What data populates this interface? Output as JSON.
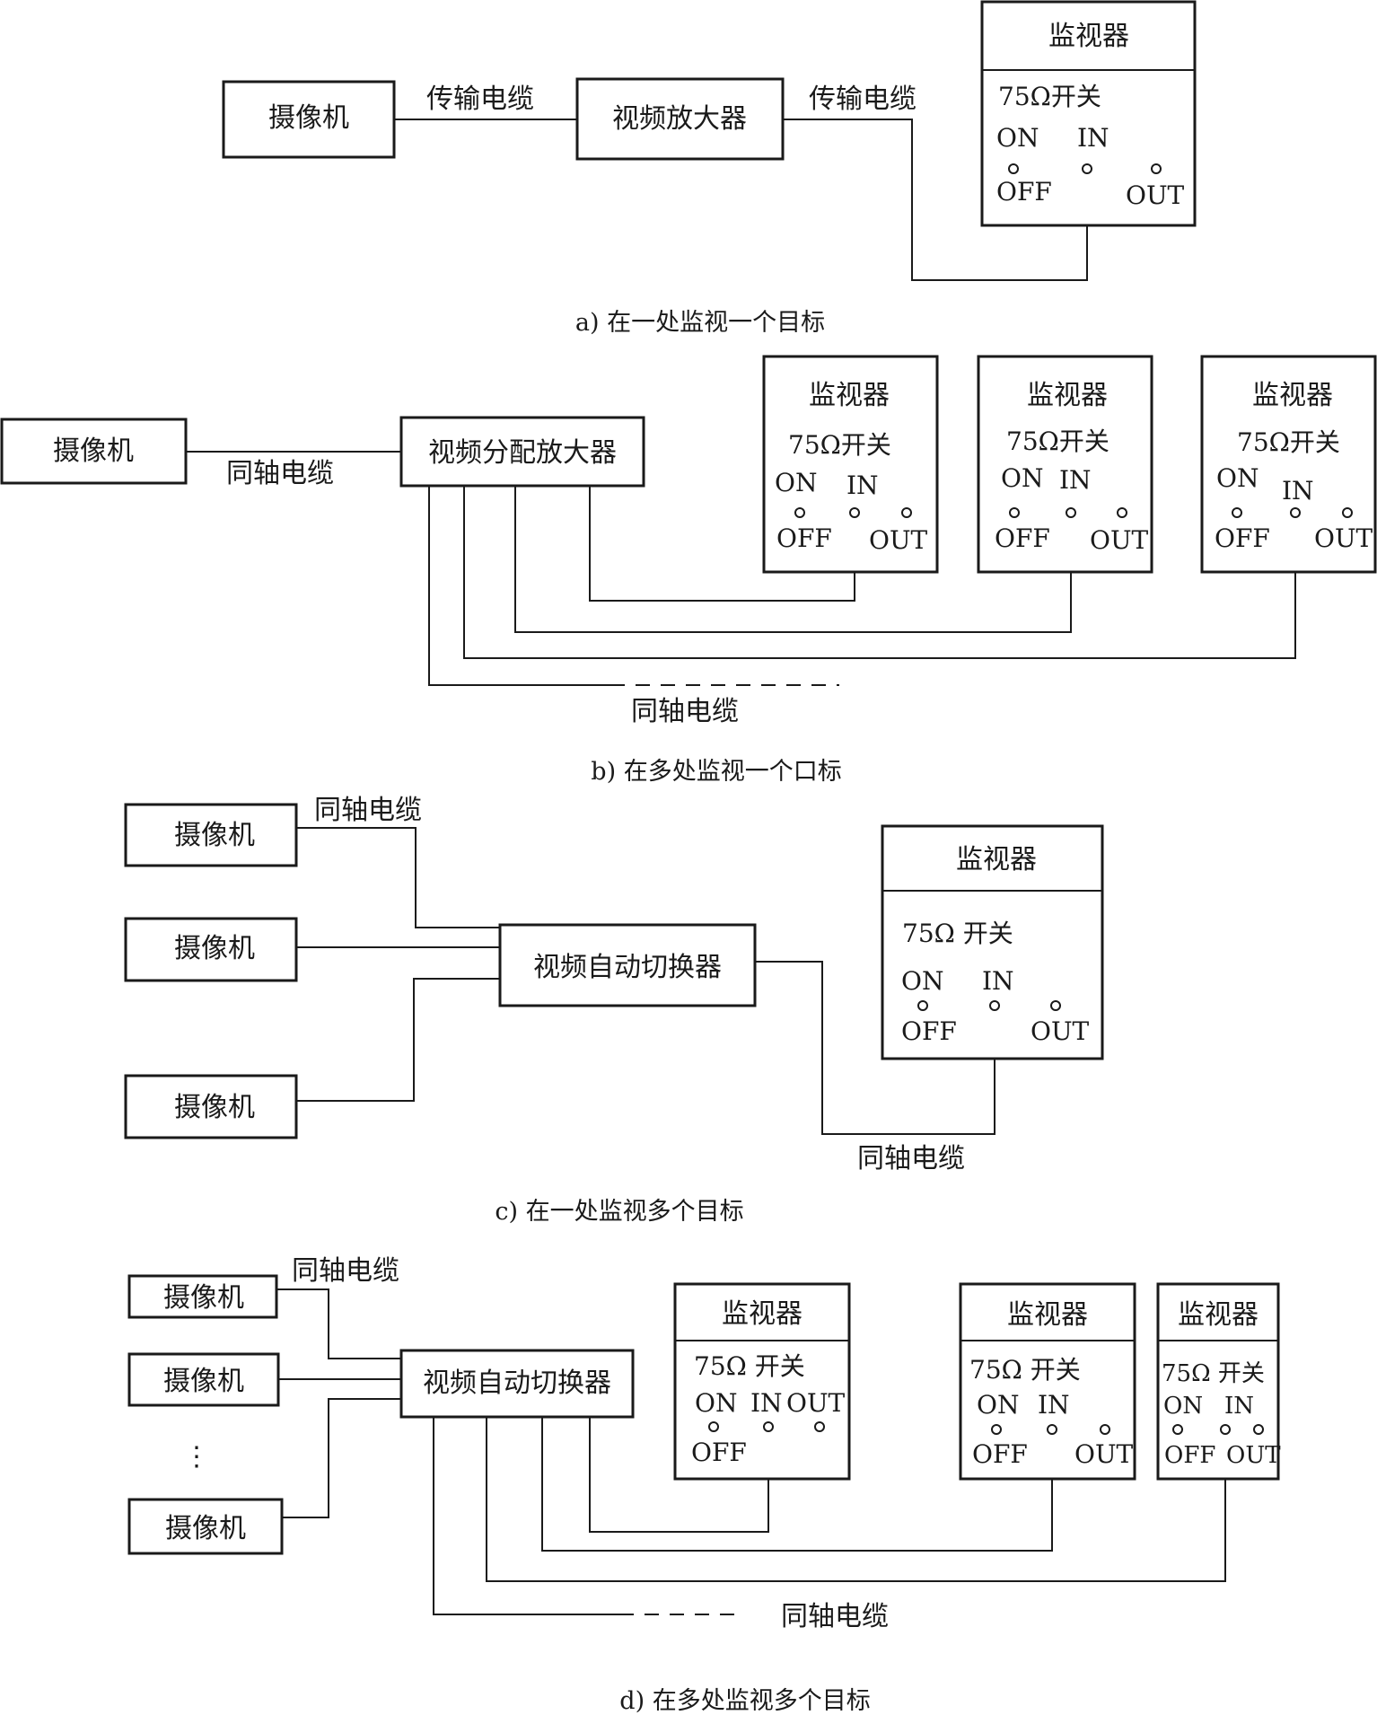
{
  "labels": {
    "camera": "摄像机",
    "monitor": "监视器",
    "switch_75": "75Ω开关",
    "switch_75_spaced": "75Ω 开关",
    "on": "ON",
    "off": "OFF",
    "in": "IN",
    "out": "OUT",
    "transmission_cable": "传输电缆",
    "coax_cable": "同轴电缆",
    "video_amp": "视频放大器",
    "video_dist_amp": "视频分配放大器",
    "video_switcher": "视频自动切换器",
    "ellipsis": "⋮"
  },
  "captions": {
    "a": "a) 在一处监视一个目标",
    "b": "b) 在多处监视一个口标",
    "c": "c) 在一处监视多个目标",
    "d": "d) 在多处监视多个目标"
  }
}
